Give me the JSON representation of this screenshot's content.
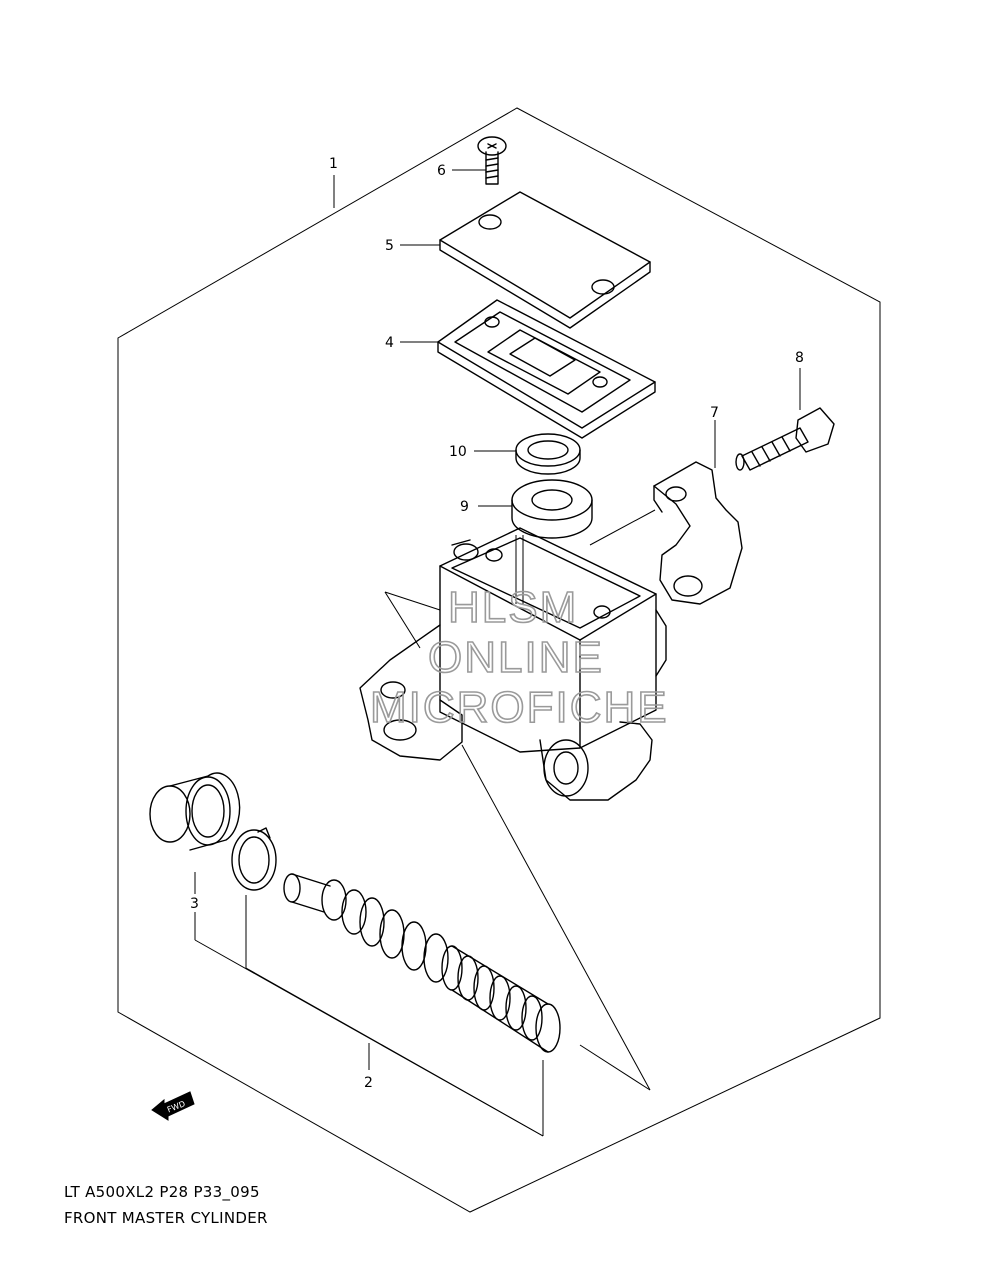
{
  "diagram": {
    "callouts": {
      "c1": "1",
      "c2": "2",
      "c3": "3",
      "c4": "4",
      "c5": "5",
      "c6": "6",
      "c7": "7",
      "c8": "8",
      "c9": "9",
      "c10": "10"
    },
    "arrow_label": "FWD",
    "watermark": [
      "HLSM",
      "ONLINE",
      "MICROFICHE"
    ]
  },
  "caption": {
    "code": "LT A500XL2 P28 P33_095",
    "title": "FRONT MASTER CYLINDER"
  }
}
